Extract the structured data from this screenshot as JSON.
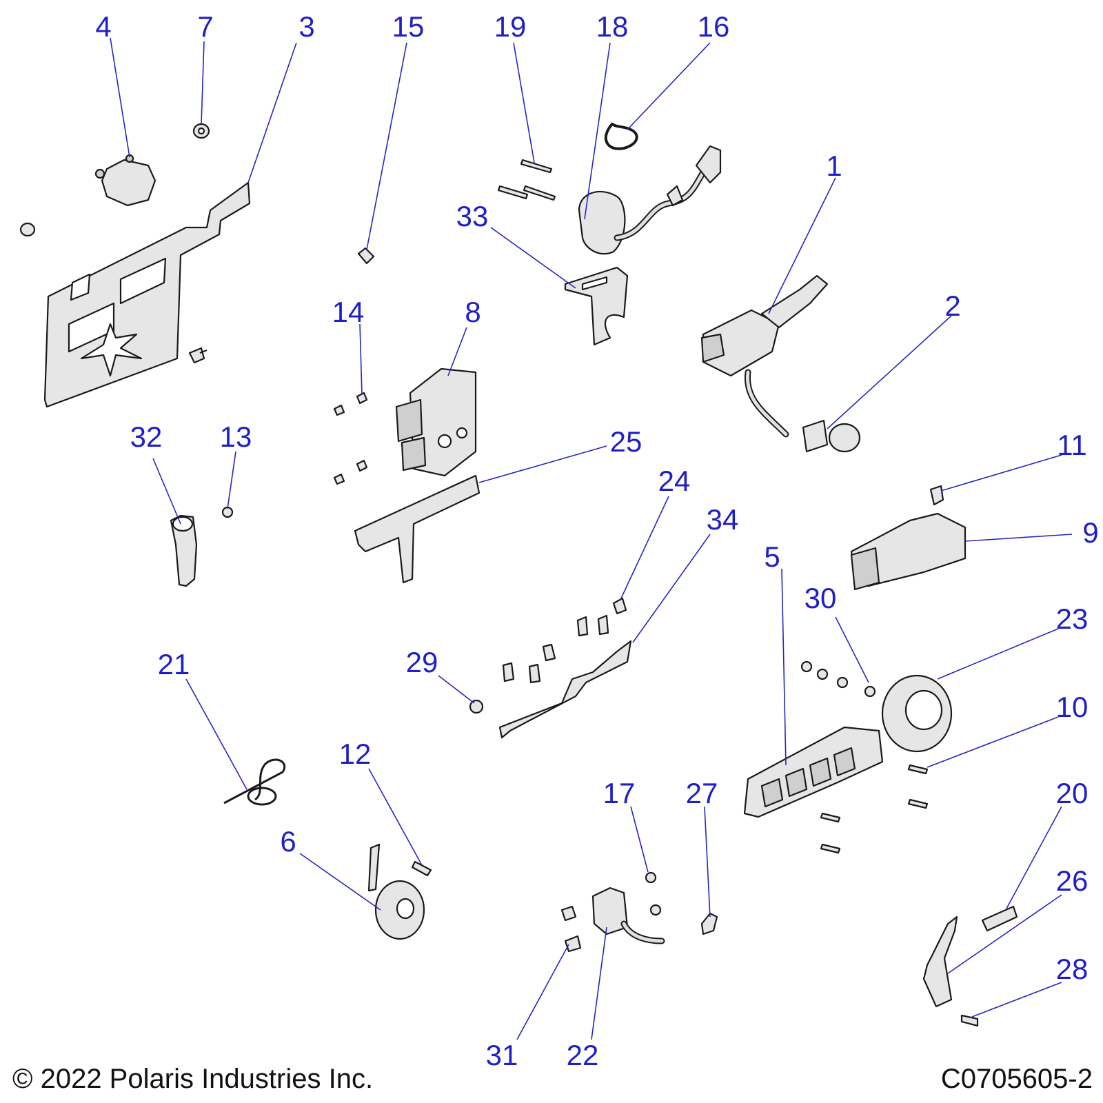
{
  "footer": {
    "copyright": "© 2022 Polaris Industries Inc.",
    "drawing_number": "C0705605-2"
  },
  "callouts": {
    "c1": "1",
    "c2": "2",
    "c3": "3",
    "c4": "4",
    "c5": "5",
    "c6": "6",
    "c7": "7",
    "c8": "8",
    "c9": "9",
    "c10": "10",
    "c11": "11",
    "c12": "12",
    "c13": "13",
    "c14": "14",
    "c15": "15",
    "c16": "16",
    "c17": "17",
    "c18": "18",
    "c19": "19",
    "c20": "20",
    "c21": "21",
    "c22": "22",
    "c23": "23",
    "c24": "24",
    "c25": "25",
    "c26": "26",
    "c27": "27",
    "c28": "28",
    "c29": "29",
    "c30": "30",
    "c31": "31",
    "c32": "32",
    "c33": "33",
    "c34": "34"
  },
  "colors": {
    "callout": "#1f1fc8",
    "leader": "#2626c0",
    "part_fill": "#e6e6e6",
    "outline": "#1a1a1a"
  }
}
